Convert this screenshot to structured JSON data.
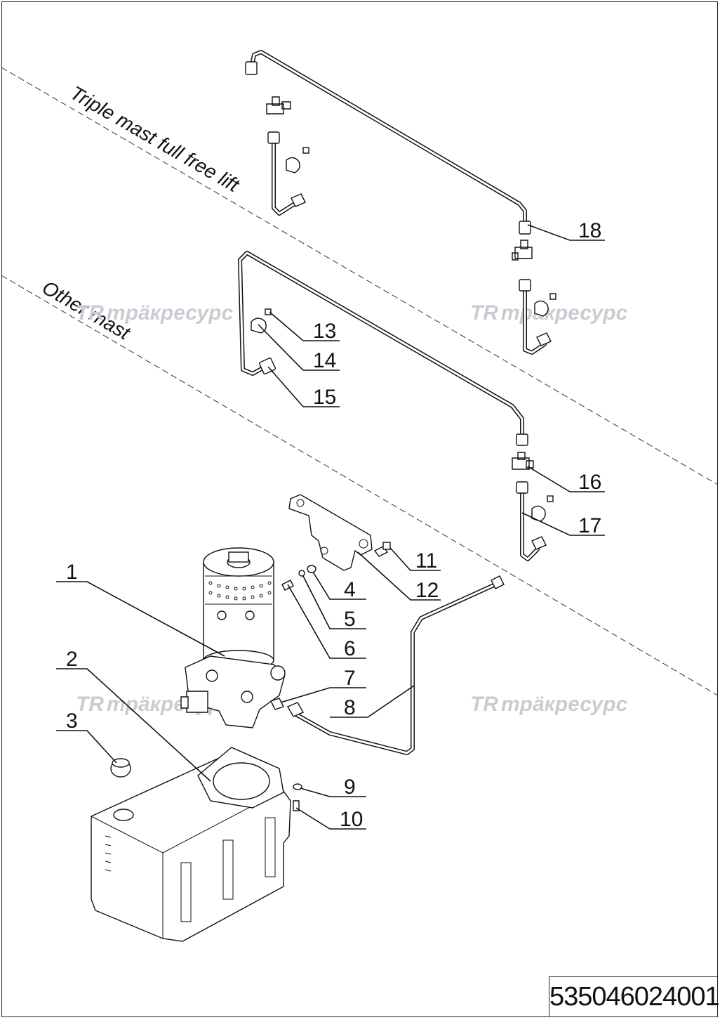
{
  "zones": {
    "upper": "Triple mast full free lift",
    "lower": "Other mast"
  },
  "watermark": {
    "text": "трäкресурс",
    "logo": "TR-logo-icon"
  },
  "part_numbers": [
    "1",
    "2",
    "3",
    "4",
    "5",
    "6",
    "7",
    "8",
    "9",
    "10",
    "11",
    "12",
    "13",
    "14",
    "15",
    "16",
    "17",
    "18"
  ],
  "drawing_code": "535046024001",
  "colors": {
    "line": "#111111",
    "watermark": "#c9cdd3",
    "background": "#ffffff"
  }
}
